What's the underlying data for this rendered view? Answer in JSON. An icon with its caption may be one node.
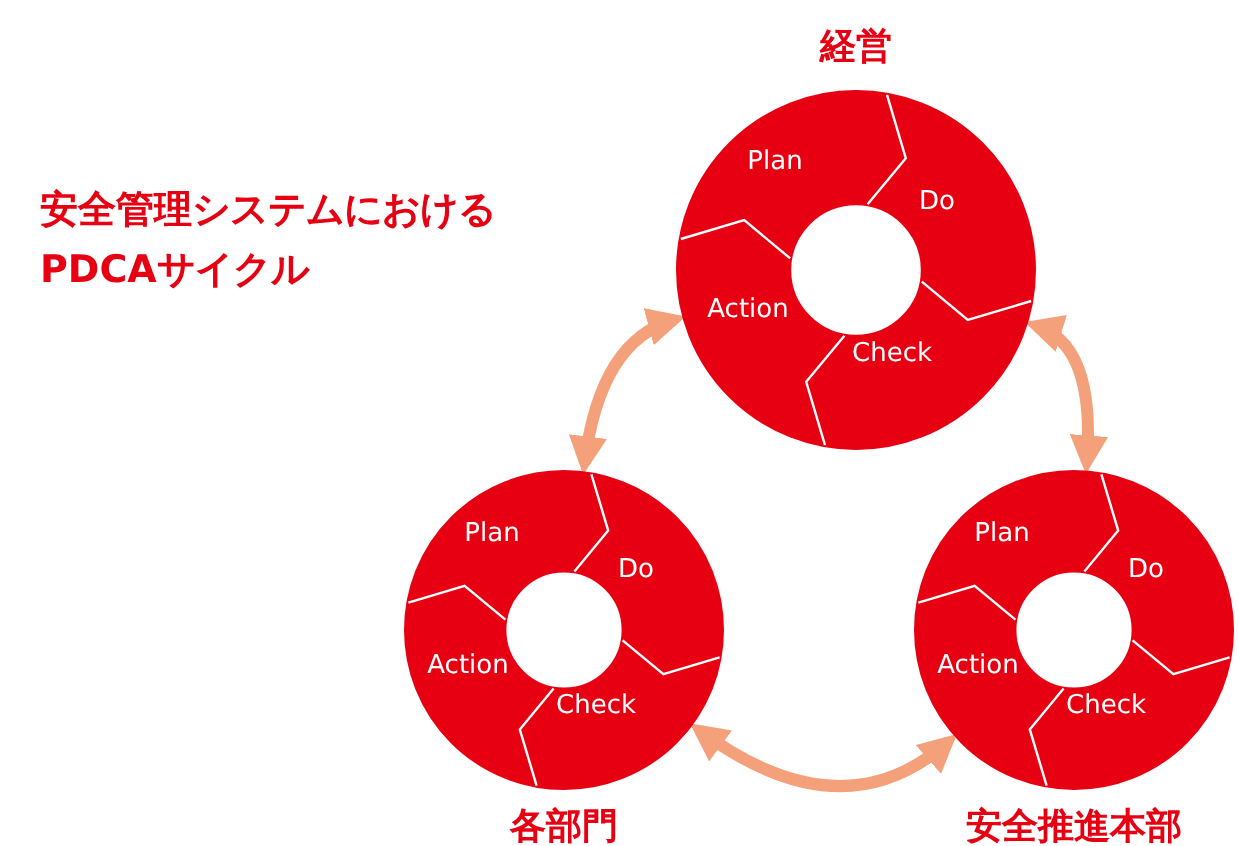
{
  "diagram": {
    "title": "安全管理システムにおける PDCAサイクル",
    "nodes": [
      {
        "text": [
          "経営",
          "Plan",
          "Do",
          "Check",
          "Action"
        ]
      },
      {
        "text": [
          "各部門",
          "Plan",
          "Do",
          "Check",
          "Action"
        ]
      },
      {
        "text": [
          "安全推進本部",
          "Plan",
          "Do",
          "Check",
          "Action"
        ]
      }
    ],
    "edges": [
      {
        "from": 0,
        "to": 1,
        "arrow": "both"
      },
      {
        "from": 0,
        "to": 2,
        "arrow": "both"
      },
      {
        "from": 1,
        "to": 2,
        "arrow": "both"
      }
    ]
  }
}
